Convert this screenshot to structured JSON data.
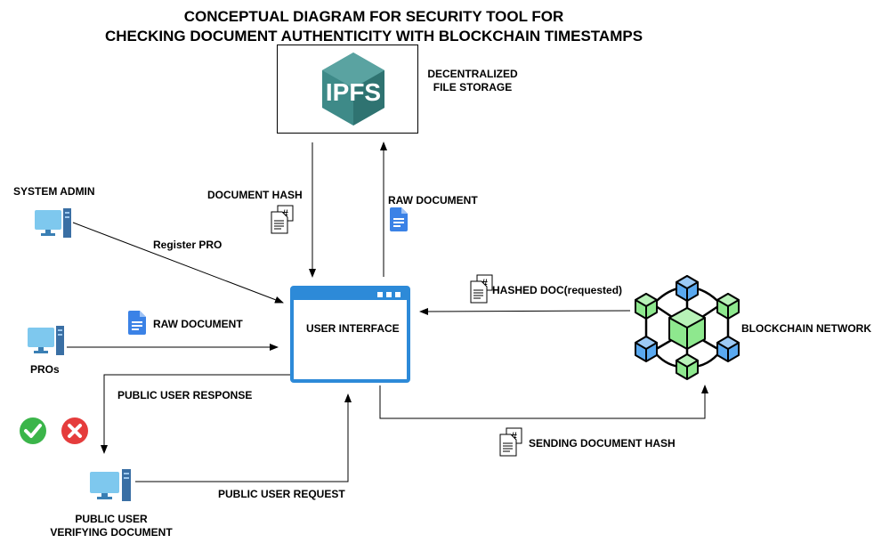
{
  "title_line1": "CONCEPTUAL DIAGRAM FOR SECURITY TOOL FOR",
  "title_line2": "CHECKING DOCUMENT AUTHENTICITY WITH BLOCKCHAIN TIMESTAMPS",
  "ipfs": {
    "logo_text": "IPFS",
    "label_line1": "DECENTRALIZED",
    "label_line2": "FILE STORAGE"
  },
  "ui": {
    "label": "USER INTERFACE"
  },
  "nodes": {
    "system_admin": "SYSTEM ADMIN",
    "pros": "PROs",
    "public_user_line1": "PUBLIC USER",
    "public_user_line2": "VERIFYING DOCUMENT",
    "blockchain": "BLOCKCHAIN NETWORK"
  },
  "edges": {
    "document_hash": "DOCUMENT HASH",
    "raw_document_up": "RAW DOCUMENT",
    "register_pro": "Register PRO",
    "raw_document_pros": "RAW DOCUMENT",
    "hashed_doc": "HASHED DOC(requested)",
    "public_user_response": "PUBLIC USER RESPONSE",
    "public_user_request": "PUBLIC USER REQUEST",
    "sending_document_hash": "SENDING DOCUMENT HASH"
  },
  "icons": [
    "computer-icon",
    "google-doc-icon",
    "hash-document-icon",
    "check-icon",
    "cross-icon",
    "blockchain-icon",
    "ipfs-logo"
  ],
  "colors": {
    "window_blue": "#2d8ad8",
    "ipfs_teal": "#3e8a88",
    "check_green": "#3bb54a",
    "cross_red": "#e53c3c",
    "node_green": "#8ee88e",
    "node_blue": "#5aa9f0"
  }
}
